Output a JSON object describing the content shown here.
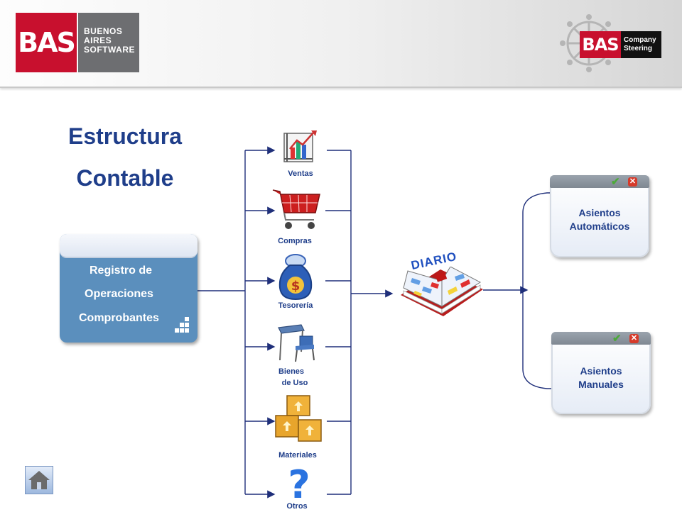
{
  "header": {
    "left_logo": {
      "mark": "BAS",
      "lines": [
        "BUENOS",
        "AIRES",
        "SOFTWARE"
      ]
    },
    "right_logo": {
      "mark": "BAS",
      "lines": [
        "Company",
        "Steering"
      ]
    }
  },
  "title": {
    "line1": "Estructura",
    "line2": "Contable"
  },
  "source_box": {
    "line1": "Registro de",
    "line2": "Operaciones",
    "line3": "Comprobantes"
  },
  "modules": [
    {
      "label": "Ventas",
      "icon": "chart-icon"
    },
    {
      "label": "Compras",
      "icon": "shopping-cart-icon"
    },
    {
      "label": "Tesorería",
      "icon": "money-bag-icon"
    },
    {
      "label_line1": "Bienes",
      "label_line2": "de Uso",
      "icon": "desk-chair-icon"
    },
    {
      "label": "Materiales",
      "icon": "boxes-icon"
    },
    {
      "label": "Otros",
      "icon": "question-mark-icon"
    }
  ],
  "journal": {
    "label": "DIARIO",
    "icon": "open-book-icon"
  },
  "outputs": [
    {
      "line1": "Asientos",
      "line2": "Automáticos"
    },
    {
      "line1": "Asientos",
      "line2": "Manuales"
    }
  ],
  "colors": {
    "brand_red": "#c8102e",
    "title_blue": "#1f3e8a",
    "box_blue": "#5b8fbd",
    "connector": "#1f2f7a"
  }
}
